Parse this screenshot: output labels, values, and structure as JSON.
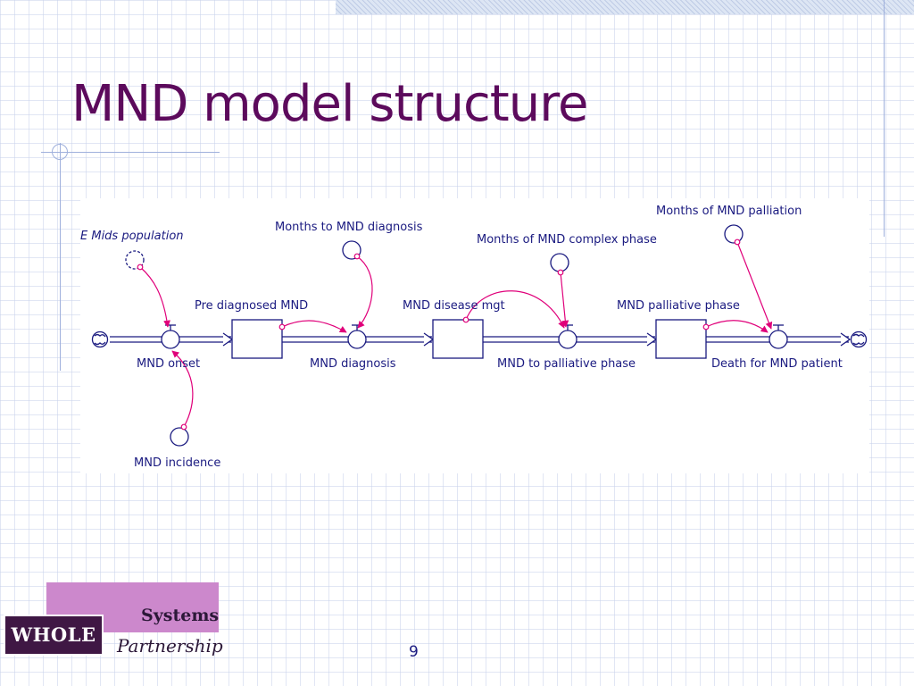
{
  "slide": {
    "title": "MND model structure",
    "page_number": "9"
  },
  "diagram": {
    "stocks": [
      {
        "id": "pre-diagnosed",
        "label": "Pre diagnosed MND"
      },
      {
        "id": "disease-mgt",
        "label": "MND disease mgt"
      },
      {
        "id": "palliative-phase",
        "label": "MND palliative phase"
      }
    ],
    "flows": [
      {
        "id": "onset",
        "label": "MND onset"
      },
      {
        "id": "diagnosis",
        "label": "MND diagnosis"
      },
      {
        "id": "to-palliative",
        "label": "MND to palliative phase"
      },
      {
        "id": "death",
        "label": "Death for MND patient"
      }
    ],
    "auxiliaries": [
      {
        "id": "population",
        "label": "E Mids population"
      },
      {
        "id": "incidence",
        "label": "MND incidence"
      },
      {
        "id": "months-diagnosis",
        "label": "Months to MND diagnosis"
      },
      {
        "id": "months-complex",
        "label": "Months of MND complex phase"
      },
      {
        "id": "months-palliation",
        "label": "Months of MND palliation"
      }
    ],
    "colors": {
      "structure": "#1a1a80",
      "connector": "#e0007a"
    }
  },
  "logo": {
    "line1": "Systems",
    "line2": "WHOLE",
    "line3": "Partnership"
  }
}
